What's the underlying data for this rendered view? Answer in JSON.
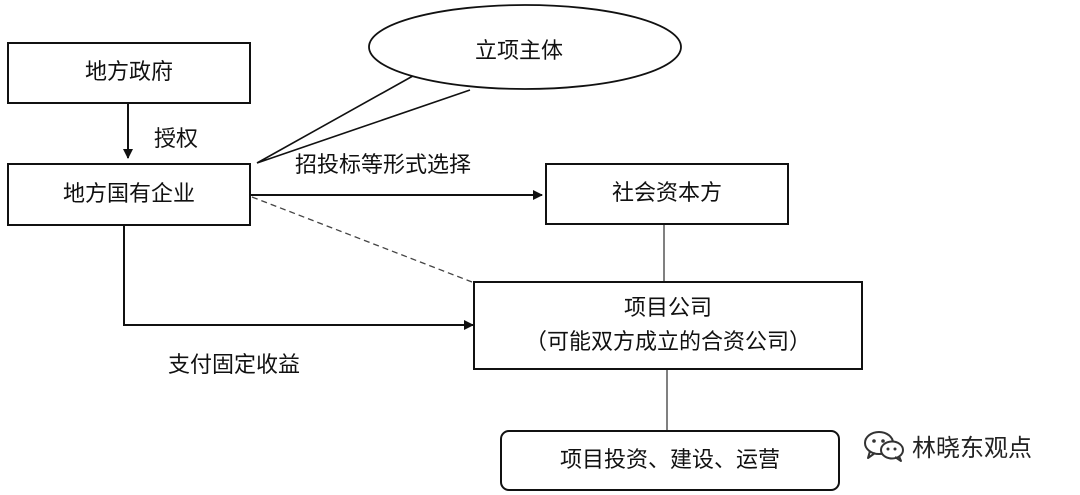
{
  "nodes": {
    "local_government": "地方政府",
    "local_soe": "地方国有企业",
    "social_capital": "社会资本方",
    "project_company_line1": "项目公司",
    "project_company_line2": "（可能双方成立的合资公司）",
    "project_operations": "项目投资、建设、运营"
  },
  "callout": {
    "text": "立项主体"
  },
  "edges": {
    "authorize": "授权",
    "tender_selection": "招投标等形式选择",
    "fixed_return": "支付固定收益"
  },
  "watermark": {
    "icon": "wechat-icon",
    "text": "林晓东观点"
  }
}
